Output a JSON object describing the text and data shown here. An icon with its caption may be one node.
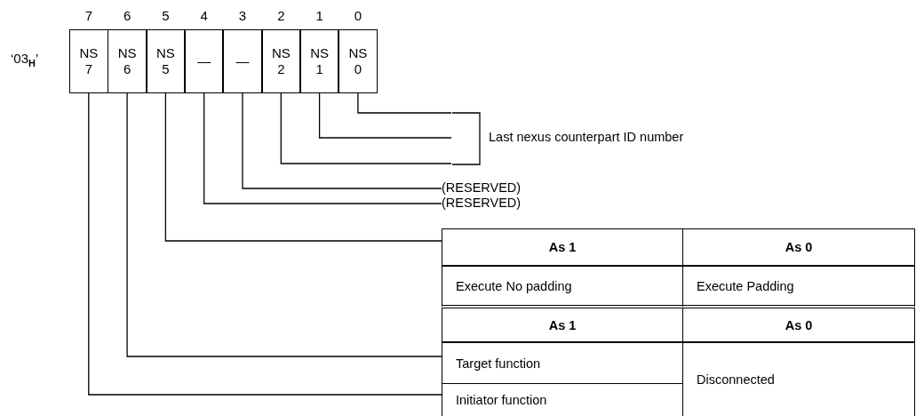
{
  "diagram": {
    "nodes": [
      {
        "text": [
          "NS 7"
        ]
      },
      {
        "text": [
          "NS 6"
        ]
      },
      {
        "text": [
          "NS 5"
        ]
      },
      {
        "text": [
          "—"
        ]
      },
      {
        "text": [
          "—"
        ]
      },
      {
        "text": [
          "NS 2"
        ]
      },
      {
        "text": [
          "NS 1"
        ]
      },
      {
        "text": [
          "NS 0"
        ]
      },
      {
        "text": [
          "Last nexus counterpart ID number"
        ]
      },
      {
        "text": [
          "(RESERVED)"
        ]
      },
      {
        "text": [
          "(RESERVED)"
        ]
      },
      {
        "text": [
          "As 1"
        ]
      },
      {
        "text": [
          "As 0"
        ]
      },
      {
        "text": [
          "Execute No padding"
        ]
      },
      {
        "text": [
          "Execute Padding"
        ]
      },
      {
        "text": [
          "As 1"
        ]
      },
      {
        "text": [
          "As 0"
        ]
      },
      {
        "text": [
          "Target function"
        ]
      },
      {
        "text": [
          "Initiator function"
        ]
      },
      {
        "text": [
          "Disconnected"
        ]
      }
    ],
    "edges": [
      {
        "from": 7,
        "to": 8,
        "arrow": "none"
      },
      {
        "from": 6,
        "to": 8,
        "arrow": "none"
      },
      {
        "from": 5,
        "to": 8,
        "arrow": "none"
      },
      {
        "from": 4,
        "to": 9,
        "arrow": "none"
      },
      {
        "from": 3,
        "to": 10,
        "arrow": "none"
      },
      {
        "from": 2,
        "to": 11,
        "arrow": "none"
      },
      {
        "from": 1,
        "to": 17,
        "arrow": "none"
      },
      {
        "from": 0,
        "to": 18,
        "arrow": "none"
      }
    ],
    "labels": [
      "7",
      "6",
      "5",
      "4",
      "3",
      "2",
      "1",
      "0",
      "‘03$_{H}$’"
    ]
  }
}
